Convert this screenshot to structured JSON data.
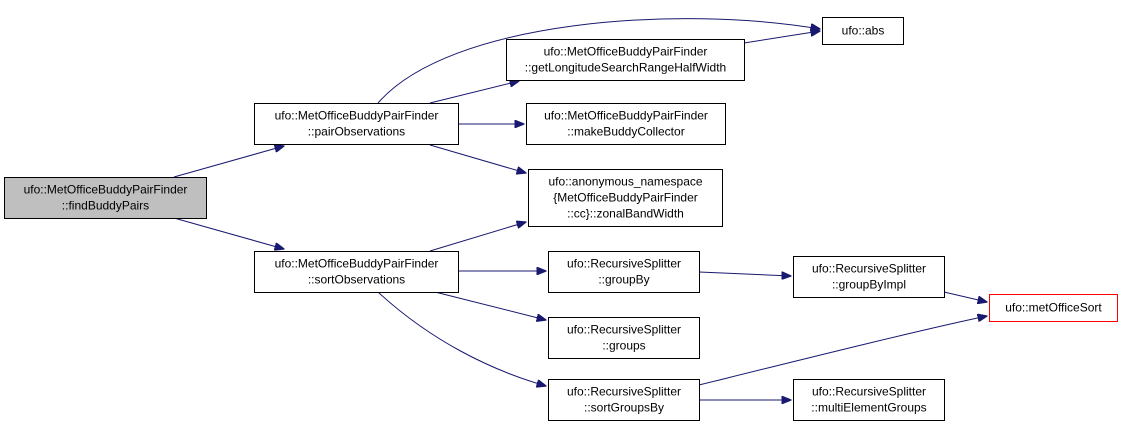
{
  "nodes": [
    {
      "id": "findBuddyPairs",
      "lines": [
        "ufo::MetOfficeBuddyPairFinder",
        "::findBuddyPairs"
      ],
      "root": true
    },
    {
      "id": "pairObservations",
      "lines": [
        "ufo::MetOfficeBuddyPairFinder",
        "::pairObservations"
      ]
    },
    {
      "id": "sortObservations",
      "lines": [
        "ufo::MetOfficeBuddyPairFinder",
        "::sortObservations"
      ]
    },
    {
      "id": "abs",
      "lines": [
        "ufo::abs"
      ]
    },
    {
      "id": "getLongitudeSearchRangeHalfWidth",
      "lines": [
        "ufo::MetOfficeBuddyPairFinder",
        "::getLongitudeSearchRangeHalfWidth"
      ]
    },
    {
      "id": "makeBuddyCollector",
      "lines": [
        "ufo::MetOfficeBuddyPairFinder",
        "::makeBuddyCollector"
      ]
    },
    {
      "id": "zonalBandWidth",
      "lines": [
        "ufo::anonymous_namespace",
        "{MetOfficeBuddyPairFinder",
        "::cc}::zonalBandWidth"
      ]
    },
    {
      "id": "groupBy",
      "lines": [
        "ufo::RecursiveSplitter",
        "::groupBy"
      ]
    },
    {
      "id": "groups",
      "lines": [
        "ufo::RecursiveSplitter",
        "::groups"
      ]
    },
    {
      "id": "sortGroupsBy",
      "lines": [
        "ufo::RecursiveSplitter",
        "::sortGroupsBy"
      ]
    },
    {
      "id": "groupByImpl",
      "lines": [
        "ufo::RecursiveSplitter",
        "::groupByImpl"
      ]
    },
    {
      "id": "multiElementGroups",
      "lines": [
        "ufo::RecursiveSplitter",
        "::multiElementGroups"
      ]
    },
    {
      "id": "metOfficeSort",
      "lines": [
        "ufo::metOfficeSort"
      ],
      "truncated": true
    }
  ],
  "edges": [
    {
      "from": "findBuddyPairs",
      "to": "pairObservations"
    },
    {
      "from": "findBuddyPairs",
      "to": "sortObservations"
    },
    {
      "from": "pairObservations",
      "to": "abs"
    },
    {
      "from": "pairObservations",
      "to": "getLongitudeSearchRangeHalfWidth"
    },
    {
      "from": "pairObservations",
      "to": "makeBuddyCollector"
    },
    {
      "from": "pairObservations",
      "to": "zonalBandWidth"
    },
    {
      "from": "getLongitudeSearchRangeHalfWidth",
      "to": "abs"
    },
    {
      "from": "sortObservations",
      "to": "zonalBandWidth"
    },
    {
      "from": "sortObservations",
      "to": "groupBy"
    },
    {
      "from": "sortObservations",
      "to": "groups"
    },
    {
      "from": "sortObservations",
      "to": "sortGroupsBy"
    },
    {
      "from": "groupBy",
      "to": "groupByImpl"
    },
    {
      "from": "groupByImpl",
      "to": "metOfficeSort"
    },
    {
      "from": "sortGroupsBy",
      "to": "metOfficeSort"
    },
    {
      "from": "sortGroupsBy",
      "to": "multiElementGroups"
    }
  ],
  "colors": {
    "edge": "#191970",
    "root_fill": "#bfbfbf",
    "truncated_border": "#ff0000"
  }
}
